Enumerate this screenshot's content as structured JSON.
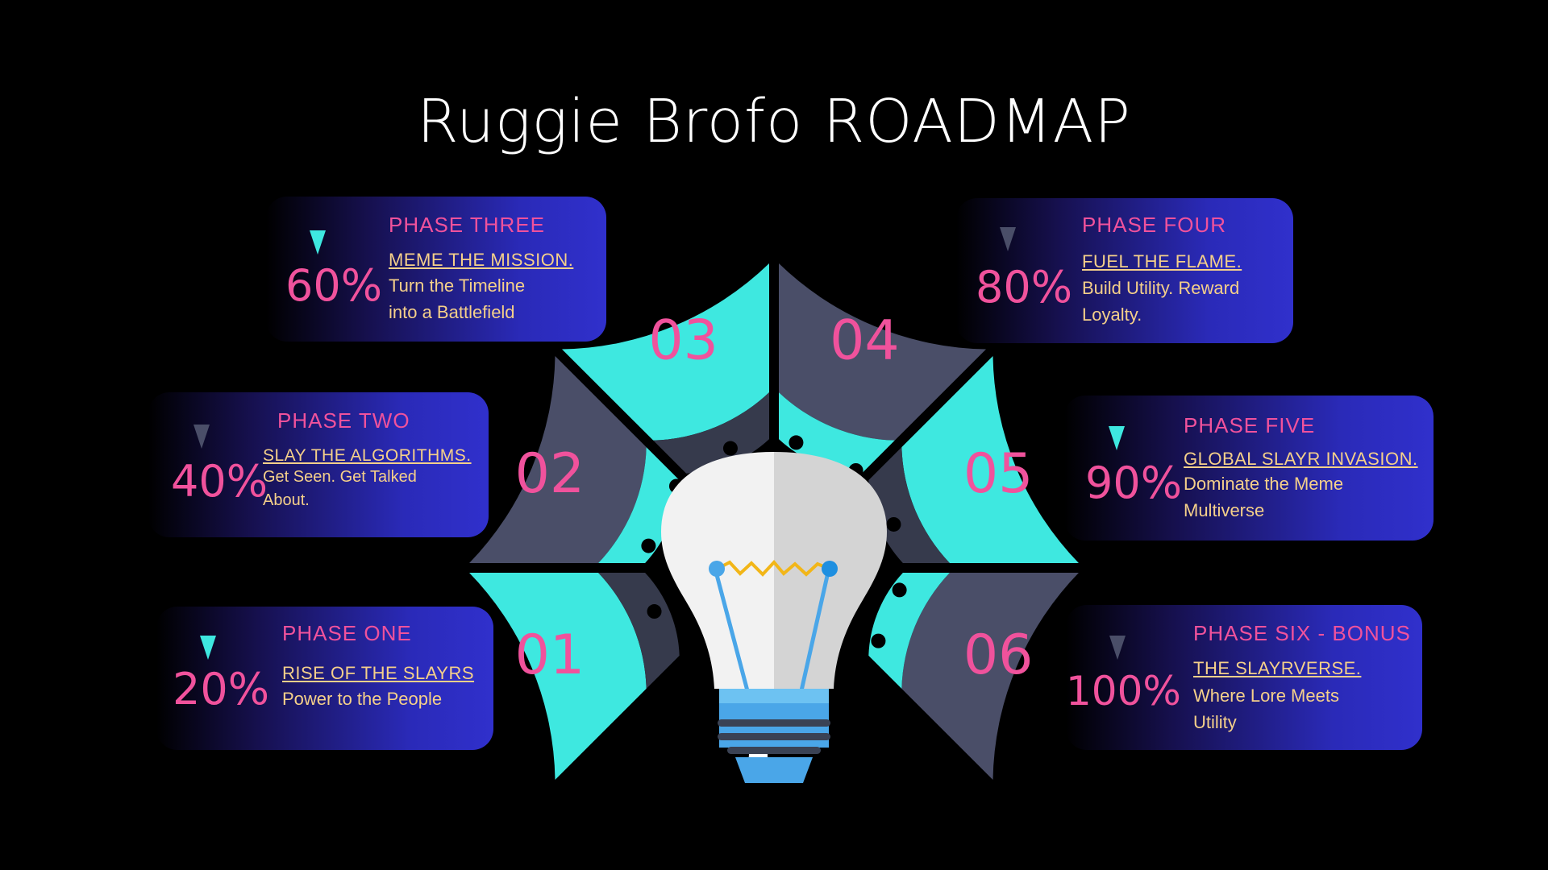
{
  "title": "Ruggie Brofo ROADMAP",
  "colors": {
    "background": "#000000",
    "segment_cyan": "#3ee8e0",
    "segment_slate": "#4a4e68",
    "inner_ring_dark": "#363a4c",
    "accent_pink": "#f0529c",
    "text_gold": "#f5d08a",
    "card_blue": "#3030cc"
  },
  "segments": [
    {
      "number": "01",
      "color": "cyan"
    },
    {
      "number": "02",
      "color": "slate"
    },
    {
      "number": "03",
      "color": "cyan"
    },
    {
      "number": "04",
      "color": "slate"
    },
    {
      "number": "05",
      "color": "cyan"
    },
    {
      "number": "06",
      "color": "slate"
    }
  ],
  "phases": [
    {
      "percent": "20%",
      "progress": 0.2,
      "phase": "PHASE ONE",
      "subtitle": "RISE OF THE SLAYRS",
      "line1": "Power to the People",
      "line2": "",
      "marker": "cyan-triangle-icon"
    },
    {
      "percent": "40%",
      "progress": 0.4,
      "phase": "PHASE TWO",
      "subtitle": "SLAY THE ALGORITHMS.",
      "line1": "Get Seen. Get Talked",
      "line2": "About.",
      "marker": "grey-triangle-icon"
    },
    {
      "percent": "60%",
      "progress": 0.6,
      "phase": "PHASE THREE",
      "subtitle": "MEME THE MISSION.",
      "line1": "Turn the Timeline",
      "line2": "into a Battlefield",
      "marker": "cyan-triangle-icon"
    },
    {
      "percent": "80%",
      "progress": 0.8,
      "phase": "PHASE FOUR",
      "subtitle": "FUEL THE FLAME.",
      "line1": "Build Utility. Reward",
      "line2": "Loyalty.",
      "marker": "grey-triangle-icon"
    },
    {
      "percent": "90%",
      "progress": 0.9,
      "phase": "PHASE FIVE",
      "subtitle": "GLOBAL SLAYR INVASION.",
      "line1": "Dominate the Meme",
      "line2": "Multiverse",
      "marker": "cyan-triangle-icon"
    },
    {
      "percent": "100%",
      "progress": 1.0,
      "phase": "PHASE SIX - BONUS",
      "subtitle": "THE SLAYRVERSE.",
      "line1": "Where Lore Meets",
      "line2": "Utility",
      "marker": "grey-triangle-icon"
    }
  ],
  "center_icon": "lightbulb-icon"
}
